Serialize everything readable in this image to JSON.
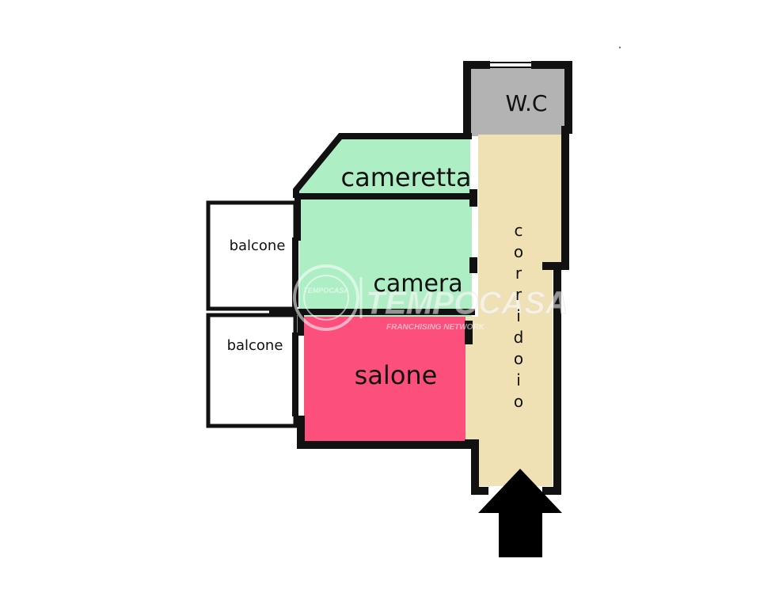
{
  "rooms": {
    "wc": {
      "label": "W.C",
      "color": "#b3b3b3"
    },
    "cameretta": {
      "label": "cameretta",
      "color": "#aeeec4"
    },
    "camera": {
      "label": "camera",
      "color": "#aeeec4"
    },
    "salone": {
      "label": "salone",
      "color": "#fd4f7c"
    },
    "corridoio": {
      "label": "corridoio",
      "color": "#efe1b4"
    },
    "balcone_top": {
      "label": "balcone"
    },
    "balcone_bottom": {
      "label": "balcone"
    }
  },
  "watermark": {
    "brand": "TEMPOCASA",
    "seal": "TEMPOCASA",
    "tagline": "FRANCHISING NETWORK"
  },
  "entrance": {
    "icon": "entrance-arrow-icon"
  },
  "colors": {
    "wall": "#111111",
    "background": "#ffffff"
  }
}
